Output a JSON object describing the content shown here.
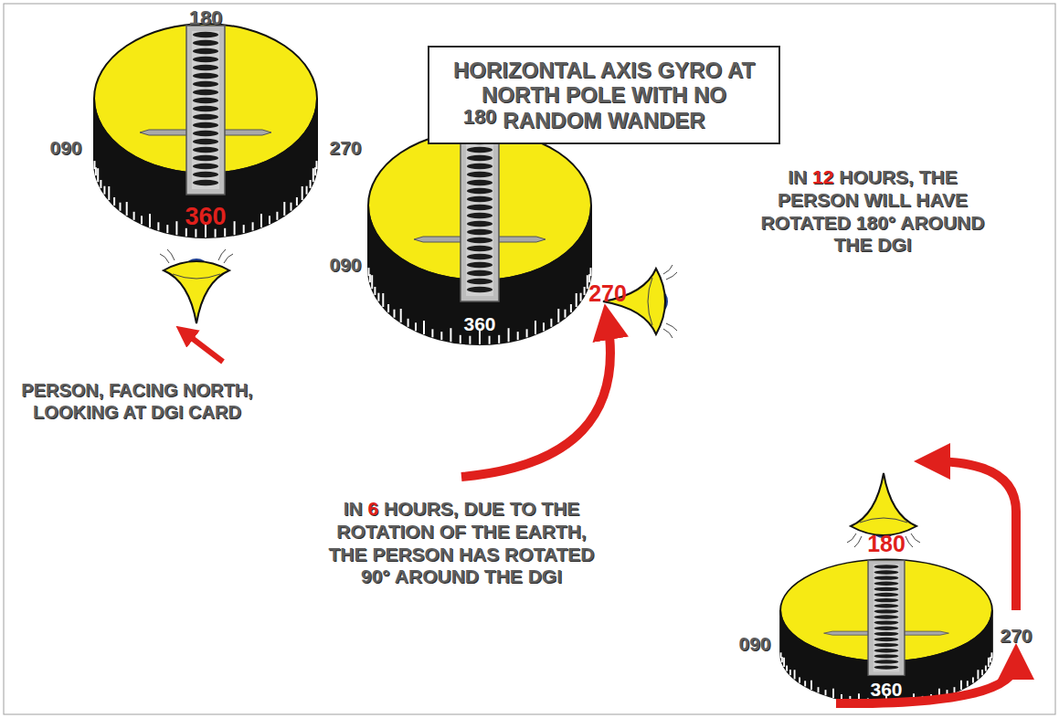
{
  "diagram": {
    "title": "HORIZONTAL AXIS GYRO AT NORTH POLE WITH NO RANDOM WANDER",
    "labels": [
      "180",
      "090",
      "270",
      "360",
      "PERSON, FACING NORTH, LOOKING AT DGI CARD",
      "180",
      "090",
      "270",
      "360",
      "IN 12 HOURS, THE PERSON WILL HAVE ROTATED 180° AROUND THE DGI",
      "IN 6 HOURS, DUE TO THE ROTATION OF THE EARTH, THE PERSON HAS ROTATED 90° AROUND THE DGI",
      "180",
      "090",
      "270",
      "360"
    ]
  }
}
